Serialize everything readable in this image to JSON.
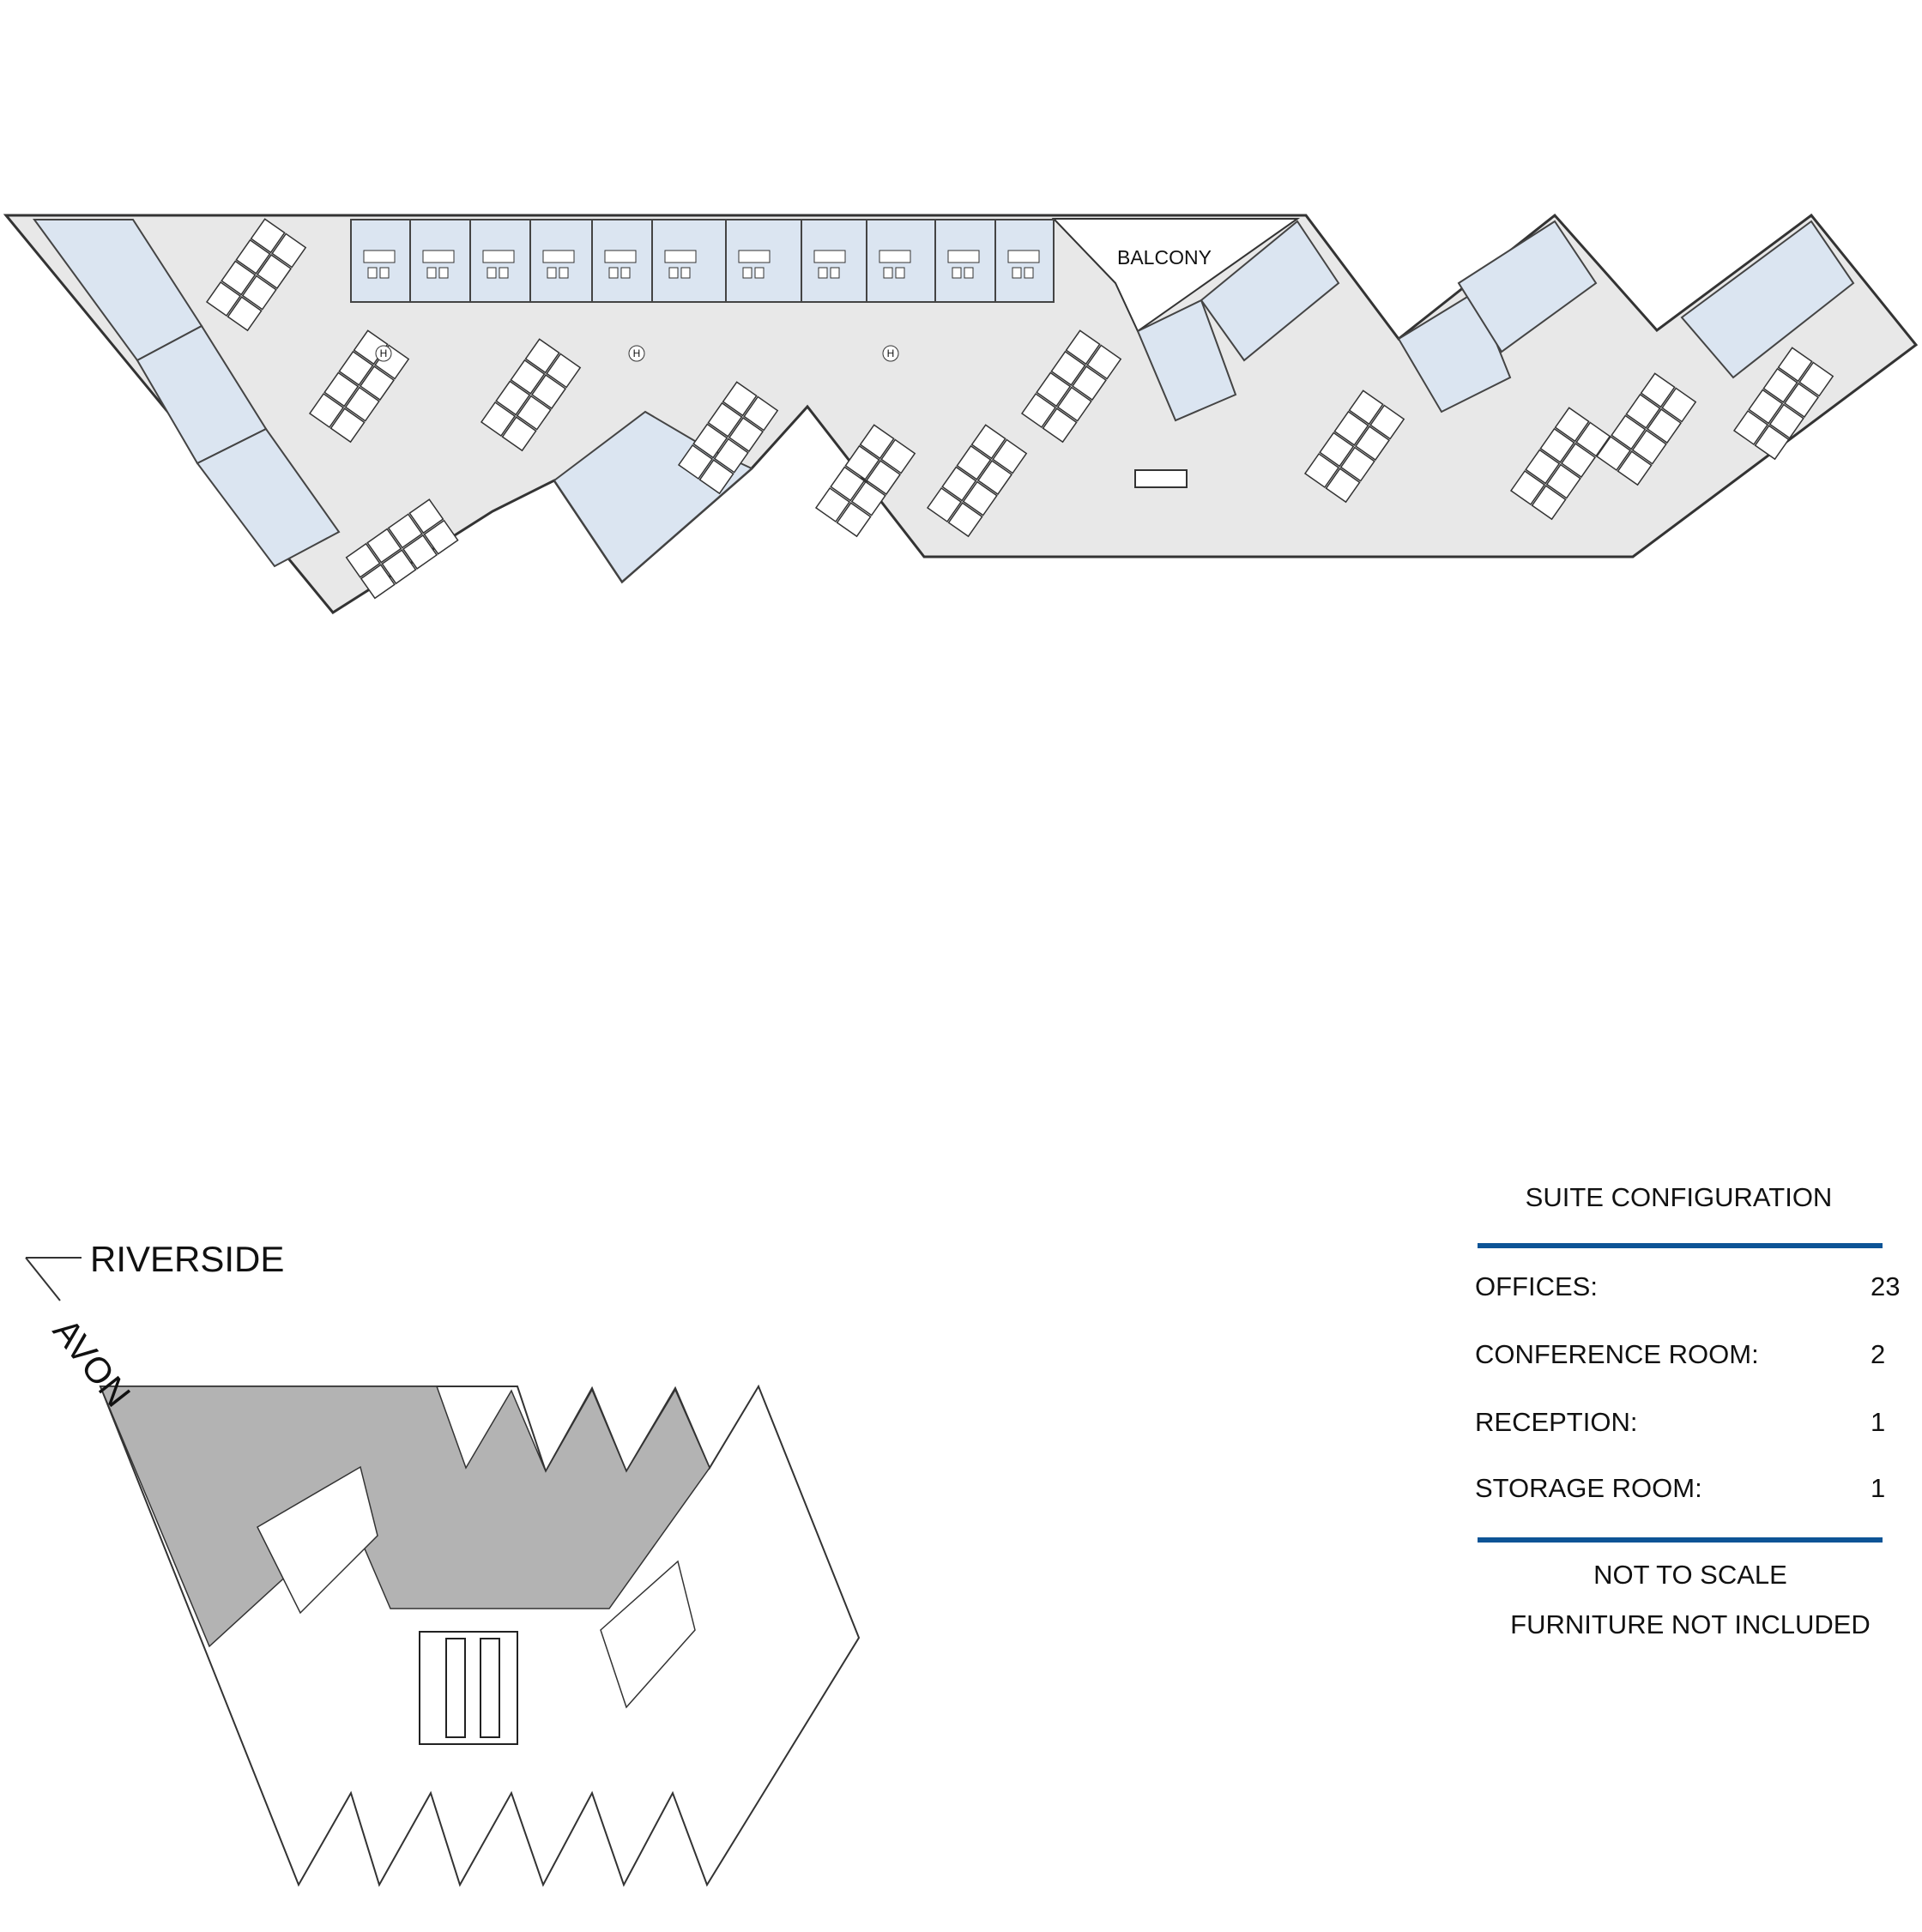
{
  "plan": {
    "balcony_label": "BALCONY",
    "hydrant_marker": "H"
  },
  "keyplan": {
    "street_top": "RIVERSIDE",
    "street_side": "AVON"
  },
  "legend": {
    "title": "SUITE CONFIGURATION",
    "rows": [
      {
        "label": "OFFICES:",
        "value": "23"
      },
      {
        "label": "CONFERENCE ROOM:",
        "value": "2"
      },
      {
        "label": "RECEPTION:",
        "value": "1"
      },
      {
        "label": "STORAGE ROOM:",
        "value": "1"
      }
    ],
    "note1": "NOT TO SCALE",
    "note2": "FURNITURE NOT INCLUDED"
  },
  "colors": {
    "floor": "#e8e8e8",
    "office": "#dbe5f1",
    "keyplan_suite": "#b3b3b3",
    "rule": "#0d5496"
  }
}
